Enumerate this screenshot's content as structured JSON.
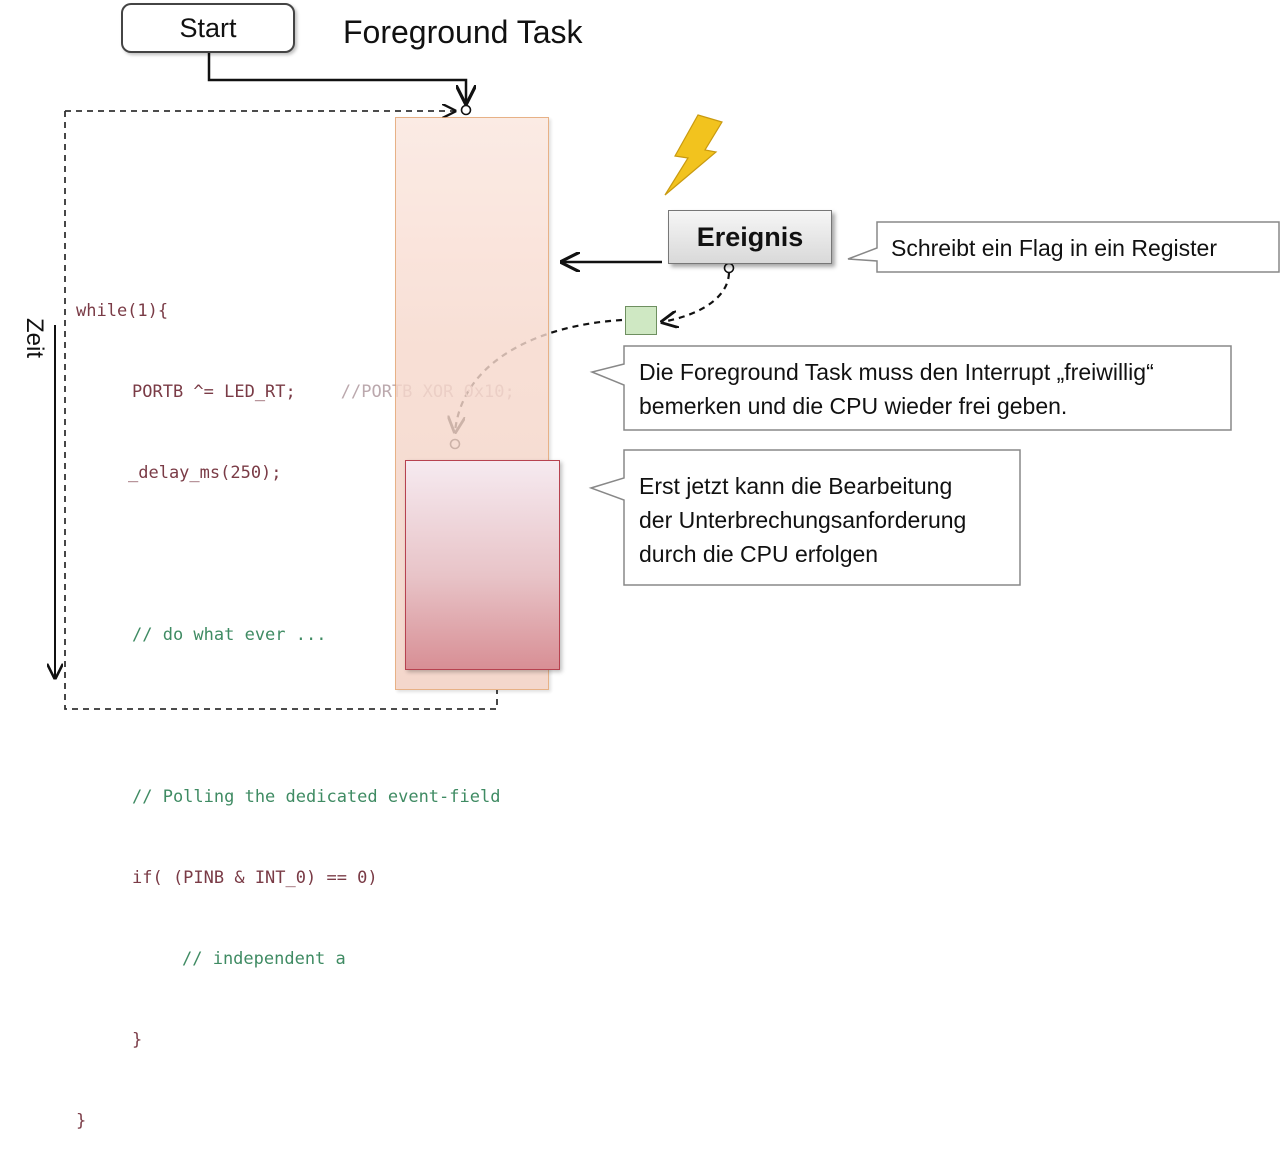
{
  "diagram": {
    "start_label": "Start",
    "title": "Foreground Task",
    "time_axis_label": "Zeit",
    "event_label": "Ereignis",
    "callouts": [
      "Schreibt ein Flag in ein Register",
      "Die Foreground Task muss den Interrupt „freiwillig“ bemerken und die CPU wieder frei geben.",
      "Erst jetzt kann die Bearbeitung der Unterbrechungsanforderung durch die CPU erfolgen"
    ],
    "callout_lines": {
      "c2_l1": "Die Foreground Task muss den Interrupt „freiwillig“",
      "c2_l2": "bemerken und die CPU wieder frei geben.",
      "c3_l1": "Erst jetzt kann die Bearbeitung",
      "c3_l2": "der Unterbrechungsanforderung",
      "c3_l3": "durch die CPU erfolgen"
    },
    "code": {
      "l1": "while(1){",
      "l2": "PORTB ^= LED_RT;",
      "l2_comment": "//PORTB XOR 0x10;",
      "l3": "_delay_ms(250);",
      "l4": "// do what ever ...",
      "l5": "// Polling the dedicated event-field",
      "l6": "if( (PINB & INT_0) == 0)",
      "l7": "// independent a",
      "l8": "}",
      "l9": "}"
    },
    "colors": {
      "task_bar_border": "#e2a06c",
      "isr_border": "#b7424f",
      "flag_fill": "#cfe8c3",
      "lightning": "#f2c31e",
      "code_text": "#7a3b46",
      "code_comment": "#3f8b63"
    }
  }
}
